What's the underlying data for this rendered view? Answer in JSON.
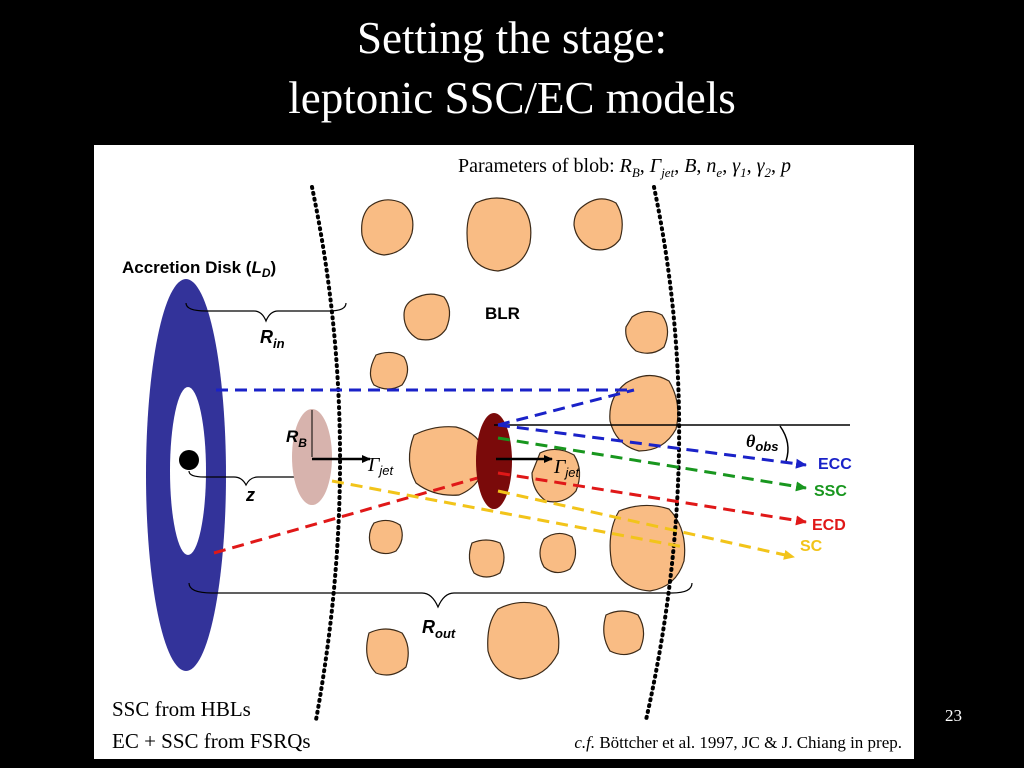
{
  "slide": {
    "title_line1": "Setting the stage:",
    "title_line2": "leptonic SSC/EC models",
    "slide_number": "23"
  },
  "diagram": {
    "params_prefix": "Parameters of blob:",
    "params_symbols": {
      "R": "R",
      "R_sub": "B",
      "Gamma": "Γ",
      "Gamma_sub": "jet",
      "B": "B",
      "n": "n",
      "n_sub": "e",
      "g1": "γ",
      "g1_sub": "1",
      "g2": "γ",
      "g2_sub": "2",
      "p": "p"
    },
    "labels": {
      "accretion_disk": "Accretion Disk (",
      "accretion_L": "L",
      "accretion_L_sub": "D",
      "accretion_close": ")",
      "blr": "BLR",
      "r_in": "R",
      "r_in_sub": "in",
      "r_out": "R",
      "r_out_sub": "out",
      "r_b": "R",
      "r_b_sub": "B",
      "z": "z",
      "gamma_jet_1": "Γ",
      "gamma_jet_1_sub": "jet",
      "gamma_jet_2": "Γ",
      "gamma_jet_2_sub": "jet",
      "theta_obs": "θ",
      "theta_obs_sub": "obs"
    },
    "components": [
      {
        "label": "ECC",
        "color": "#1a22c8"
      },
      {
        "label": "SSC",
        "color": "#18961e"
      },
      {
        "label": "ECD",
        "color": "#e01818"
      },
      {
        "label": "SC",
        "color": "#f2c41a"
      }
    ],
    "colors": {
      "disk": "#33339a",
      "cloud": "#f9bc84",
      "cloud_stroke": "#3c2a18",
      "blob_far": "#d7b3ad",
      "blob_near": "#7a0a0a"
    }
  },
  "captions": {
    "line1": "SSC from HBLs",
    "line2": "EC + SSC from FSRQs"
  },
  "citation": {
    "cf": "c.f.",
    "rest": " Böttcher et al. 1997, JC & J. Chiang in prep."
  }
}
